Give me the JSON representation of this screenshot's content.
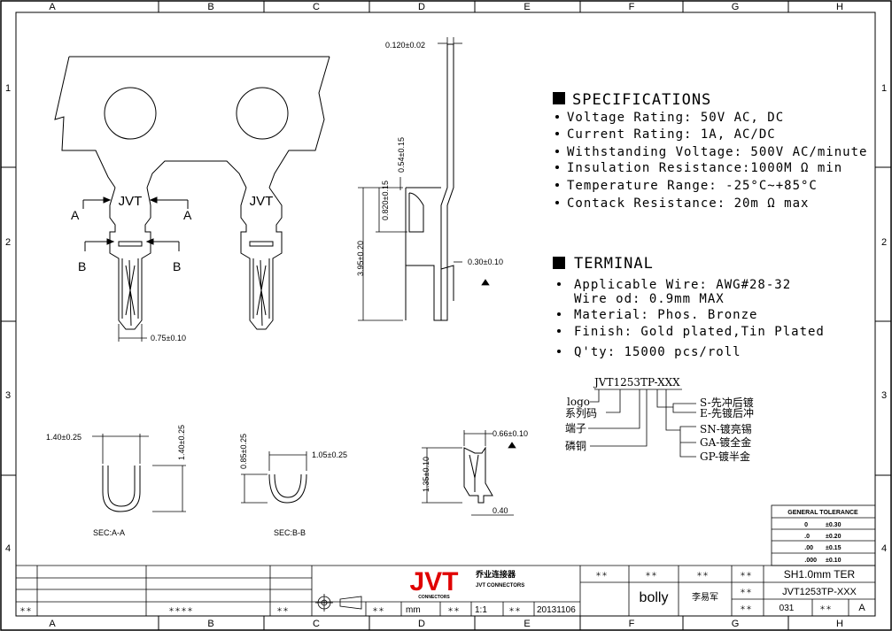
{
  "zones": {
    "columns": [
      "A",
      "B",
      "C",
      "D",
      "E",
      "F",
      "G",
      "H"
    ],
    "rows": [
      "1",
      "2",
      "3",
      "4"
    ]
  },
  "specifications": {
    "heading": "SPECIFICATIONS",
    "items": [
      "Voltage Rating: 50V AC, DC",
      "Current Rating: 1A, AC/DC",
      "Withstanding Voltage: 500V AC/minute",
      "Insulation Resistance:1000M Ω min",
      "Temperature Range: -25°C~+85°C",
      "Contack Resistance: 20m Ω max"
    ]
  },
  "terminal": {
    "heading": "TERMINAL",
    "items": [
      "Applicable Wire: AWG#28-32",
      "Wire od: 0.9mm MAX",
      "Material: Phos. Bronze",
      "Finish: Gold plated,Tin Plated",
      "Q'ty: 15000 pcs/roll"
    ]
  },
  "part_number": {
    "code": "JVT1253TP-XXX",
    "left_labels": [
      "logo",
      "系列码",
      "端子",
      "磷铜"
    ],
    "right_top": [
      "S-先冲后镀",
      "E-先镀后冲"
    ],
    "right_bottom": [
      "SN-镀亮锡",
      "GA-镀全金",
      "GP-镀半金"
    ]
  },
  "dimensions": {
    "thickness": "0.120±0.02",
    "d054": "0.54±0.15",
    "d082": "0.820±0.15",
    "d395": "3.95±0.20",
    "d030": "0.30±0.10",
    "d075": "0.75±0.10",
    "secA_w": "1.40±0.25",
    "secA_h": "1.40±0.25",
    "secB_h": "0.85±0.25",
    "secB_w": "1.05±0.25",
    "d066": "0.66±0.10",
    "d135": "1.35±0.10",
    "d040": "0.40"
  },
  "views": {
    "brand_mark": "JVT",
    "section_a_marker": "A",
    "section_b_marker": "B",
    "section_a_label": "SEC:A-A",
    "section_b_label": "SEC:B-B"
  },
  "tolerance": {
    "heading": "GENERAL  TOLERANCE",
    "rows": [
      [
        "0",
        "±0.30"
      ],
      [
        ".0",
        "±0.20"
      ],
      [
        ".00",
        "±0.15"
      ],
      [
        ".000",
        "±0.10"
      ]
    ]
  },
  "title_block": {
    "logo": "JVT",
    "company_cn": "乔业连接器",
    "company_en": "JVT CONNECTORS",
    "logo_sub": "CONNECTORS",
    "units": "mm",
    "scale": "1:1",
    "date": "20131106",
    "designer": "bolly",
    "checker": "李易军",
    "title": "SH1.0mm  TER",
    "part": "JVT1253TP-XXX",
    "sheet": "031",
    "rev": "A",
    "placeholder": "＊＊",
    "placeholder_long": "＊＊＊＊"
  }
}
